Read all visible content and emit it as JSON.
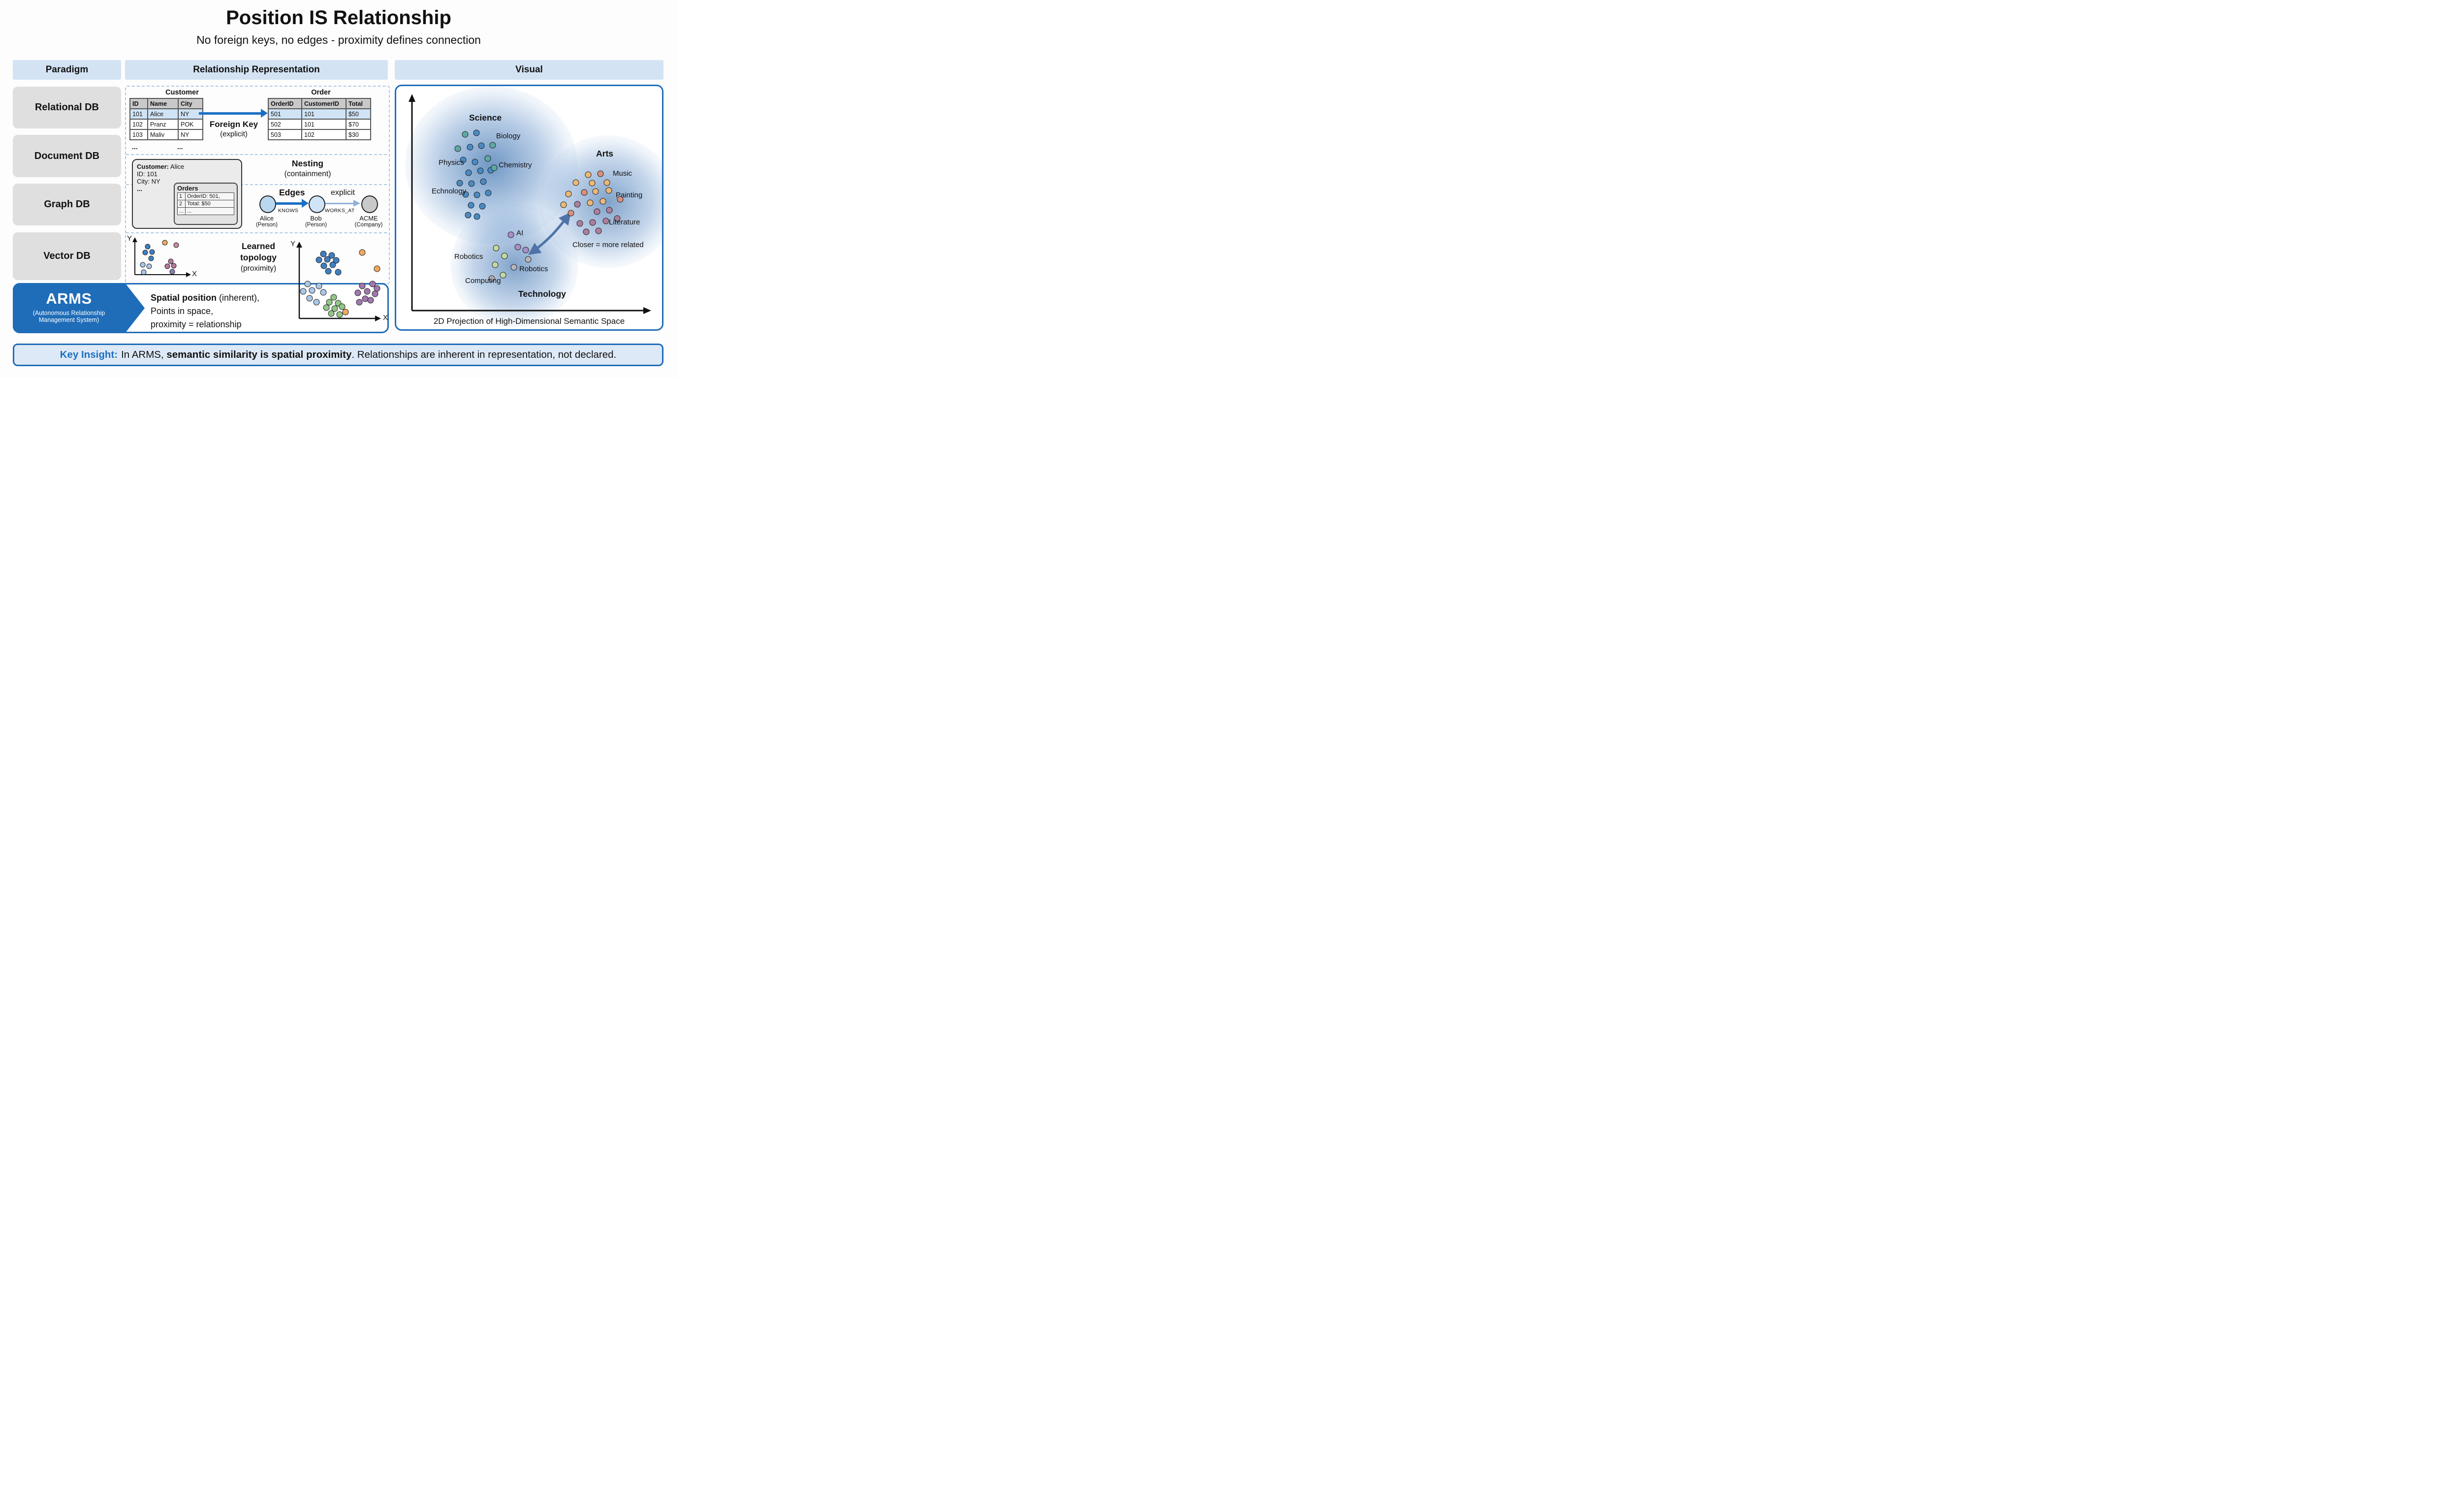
{
  "title": "Position IS Relationship",
  "subtitle": "No foreign keys, no edges - proximity defines connection",
  "columns": {
    "paradigm": "Paradigm",
    "representation": "Relationship Representation",
    "visual": "Visual"
  },
  "paradigms": [
    "Relational DB",
    "Document DB",
    "Graph DB",
    "Vector DB"
  ],
  "relational": {
    "customer_title": "Customer",
    "customer_headers": [
      "ID",
      "Name",
      "City"
    ],
    "customer_rows": [
      [
        "101",
        "Alice",
        "NY"
      ],
      [
        "102",
        "Pranz",
        "POK"
      ],
      [
        "103",
        "Maliv",
        "NY"
      ]
    ],
    "ellipsis1": "...",
    "ellipsis2": "...",
    "fk_label": "Foreign Key",
    "fk_sub": "(explicit)",
    "order_title": "Order",
    "order_headers": [
      "OrderID",
      "CustomerID",
      "Total"
    ],
    "order_rows": [
      [
        "501",
        "101",
        "$50"
      ],
      [
        "502",
        "101",
        "$70"
      ],
      [
        "503",
        "102",
        "$30"
      ]
    ]
  },
  "document": {
    "f1k": "Customer:",
    "f1v": " Alice",
    "f2": "ID: 101",
    "f3": "City: NY",
    "ellipsis": "...",
    "orders_title": "Orders",
    "orders_rows": [
      [
        "1",
        "OrderID: 501,"
      ],
      [
        "2",
        "Total: $50"
      ],
      [
        "...",
        "..."
      ]
    ],
    "heading": "Nesting",
    "heading_sub": "(containment)"
  },
  "graph": {
    "heading": "Edges",
    "heading2": "explicit",
    "edge1": "KNOWS",
    "edge2": "WORKS_AT",
    "nodes": [
      {
        "name": "Alice",
        "type": "(Person)"
      },
      {
        "name": "Bob",
        "type": "(Person)"
      },
      {
        "name": "ACME",
        "type": "(Company)"
      }
    ]
  },
  "vector": {
    "y": "Y",
    "x": "X",
    "h1": "Learned",
    "h2": "topology",
    "h3": "(proximity)"
  },
  "arms": {
    "name": "ARMS",
    "sub1": "(Autonomous Relationship",
    "sub2": "Management System)",
    "line1_bold": "Spatial position",
    "line1_rest": " (inherent),",
    "line2": "Points in space,",
    "line3": "proximity = relationship",
    "y": "Y",
    "x": "X"
  },
  "visual_panel": {
    "science": "Science",
    "biology": "Biology",
    "physics": "Physics",
    "chemistry": "Chemistry",
    "echnology": "Echnology",
    "arts": "Arts",
    "music": "Music",
    "painting": "Painting",
    "literature": "Literature",
    "ai": "AI",
    "robotics_left": "Robotics",
    "robotics_right": "Robotics",
    "computing": "Computing",
    "technology": "Technology",
    "closer": "Closer = more related",
    "caption": "2D Projection of High-Dimensional Semantic Space"
  },
  "key_insight": {
    "label": "Key Insight:",
    "t1": "In ARMS, ",
    "t2": "semantic similarity is spatial proximity",
    "t3": ". Relationships are inherent in representation, not declared."
  },
  "colors": {
    "accent_blue": "#1f6db8",
    "header_bg": "#d3e3f4",
    "paradigm_bg": "#dfdfdf",
    "highlight_row": "#cfe3f5",
    "keybar_bg": "#dde9f7",
    "key_label_blue": "#1a6fc0"
  },
  "dot_colors": {
    "db": "#3f7fc1",
    "lb": "#a9c7e8",
    "or": "#f0a860",
    "pk": "#c98ca8",
    "mv": "#b5799d",
    "pu": "#8d7bb5",
    "grn": "#93c687",
    "amu": "#a178ae",
    "sci_b": "#4a8ac2",
    "sci_t": "#5da9a4",
    "art_o": "#ecb877",
    "art_s": "#d6907f",
    "art_m": "#ad7f9e",
    "tec_p": "#a98fc7",
    "tec_g": "#c2d9a0",
    "tec_gr": "#b5b5bb"
  },
  "scatters": {
    "mini": {
      "dots": [
        [
          40,
          21,
          "db"
        ],
        [
          35,
          33,
          "db"
        ],
        [
          49,
          32,
          "db"
        ],
        [
          47,
          45,
          "db"
        ],
        [
          75,
          13,
          "or"
        ],
        [
          98,
          18,
          "pk"
        ],
        [
          87,
          51,
          "mv"
        ],
        [
          80,
          61,
          "mv"
        ],
        [
          93,
          60,
          "mv"
        ],
        [
          30,
          58,
          "lb"
        ],
        [
          43,
          61,
          "lb"
        ],
        [
          32,
          73,
          "lb"
        ],
        [
          90,
          72,
          "pu"
        ]
      ]
    },
    "arms": {
      "dots": [
        [
          67,
          29,
          "db"
        ],
        [
          84,
          32,
          "db"
        ],
        [
          58,
          41,
          "db"
        ],
        [
          75,
          40,
          "db"
        ],
        [
          93,
          42,
          "db"
        ],
        [
          68,
          53,
          "db"
        ],
        [
          86,
          51,
          "db"
        ],
        [
          77,
          64,
          "db"
        ],
        [
          97,
          66,
          "db"
        ],
        [
          146,
          26,
          "or"
        ],
        [
          176,
          59,
          "or"
        ],
        [
          112,
          147,
          "or"
        ],
        [
          35,
          90,
          "lb"
        ],
        [
          58,
          94,
          "lb"
        ],
        [
          26,
          105,
          "lb"
        ],
        [
          44,
          103,
          "lb"
        ],
        [
          67,
          107,
          "lb"
        ],
        [
          39,
          119,
          "lb"
        ],
        [
          53,
          127,
          "lb"
        ],
        [
          88,
          117,
          "grn"
        ],
        [
          79,
          127,
          "grn"
        ],
        [
          97,
          129,
          "grn"
        ],
        [
          73,
          138,
          "grn"
        ],
        [
          90,
          140,
          "grn"
        ],
        [
          105,
          136,
          "grn"
        ],
        [
          83,
          150,
          "grn"
        ],
        [
          100,
          152,
          "grn"
        ],
        [
          146,
          94,
          "amu"
        ],
        [
          167,
          90,
          "amu"
        ],
        [
          176,
          99,
          "amu"
        ],
        [
          137,
          108,
          "amu"
        ],
        [
          156,
          105,
          "amu"
        ],
        [
          172,
          110,
          "amu"
        ],
        [
          152,
          120,
          "amu"
        ],
        [
          163,
          123,
          "amu"
        ],
        [
          140,
          127,
          "amu"
        ]
      ]
    },
    "science": {
      "dots": [
        [
          140,
          98,
          "sci_t"
        ],
        [
          163,
          95,
          "sci_b"
        ],
        [
          125,
          127,
          "sci_t"
        ],
        [
          150,
          124,
          "sci_b"
        ],
        [
          173,
          121,
          "sci_b"
        ],
        [
          196,
          120,
          "sci_t"
        ],
        [
          136,
          150,
          "sci_b"
        ],
        [
          186,
          147,
          "sci_t"
        ],
        [
          160,
          154,
          "sci_b"
        ],
        [
          147,
          176,
          "sci_b"
        ],
        [
          171,
          172,
          "sci_b"
        ],
        [
          192,
          171,
          "sci_b"
        ],
        [
          129,
          197,
          "sci_b"
        ],
        [
          153,
          198,
          "sci_b"
        ],
        [
          177,
          194,
          "sci_b"
        ],
        [
          199,
          166,
          "sci_t"
        ],
        [
          141,
          220,
          "sci_b"
        ],
        [
          164,
          221,
          "sci_b"
        ],
        [
          187,
          217,
          "sci_b"
        ],
        [
          152,
          242,
          "sci_b"
        ],
        [
          175,
          244,
          "sci_b"
        ],
        [
          164,
          265,
          "sci_b"
        ],
        [
          146,
          262,
          "sci_b"
        ]
      ]
    },
    "arts": {
      "dots": [
        [
          390,
          180,
          "art_o"
        ],
        [
          415,
          178,
          "art_s"
        ],
        [
          365,
          196,
          "art_o"
        ],
        [
          398,
          197,
          "art_o"
        ],
        [
          428,
          196,
          "art_o"
        ],
        [
          350,
          219,
          "art_o"
        ],
        [
          405,
          214,
          "art_o"
        ],
        [
          432,
          212,
          "art_o"
        ],
        [
          340,
          241,
          "art_o"
        ],
        [
          394,
          237,
          "art_o"
        ],
        [
          382,
          216,
          "art_s"
        ],
        [
          455,
          230,
          "art_s"
        ],
        [
          420,
          234,
          "art_o"
        ],
        [
          355,
          258,
          "art_s"
        ],
        [
          368,
          240,
          "art_m"
        ],
        [
          408,
          255,
          "art_m"
        ],
        [
          433,
          252,
          "art_m"
        ],
        [
          373,
          279,
          "art_m"
        ],
        [
          399,
          277,
          "art_m"
        ],
        [
          426,
          274,
          "art_m"
        ],
        [
          449,
          269,
          "art_m"
        ],
        [
          386,
          296,
          "art_m"
        ],
        [
          411,
          294,
          "art_m"
        ]
      ]
    },
    "tech": {
      "dots": [
        [
          233,
          302,
          "tec_p"
        ],
        [
          247,
          327,
          "tec_p"
        ],
        [
          263,
          333,
          "tec_p"
        ],
        [
          203,
          329,
          "tec_g"
        ],
        [
          220,
          345,
          "tec_g"
        ],
        [
          201,
          363,
          "tec_g"
        ],
        [
          217,
          384,
          "tec_g"
        ],
        [
          268,
          352,
          "tec_gr"
        ],
        [
          239,
          368,
          "tec_gr"
        ],
        [
          194,
          391,
          "tec_gr"
        ]
      ]
    }
  }
}
